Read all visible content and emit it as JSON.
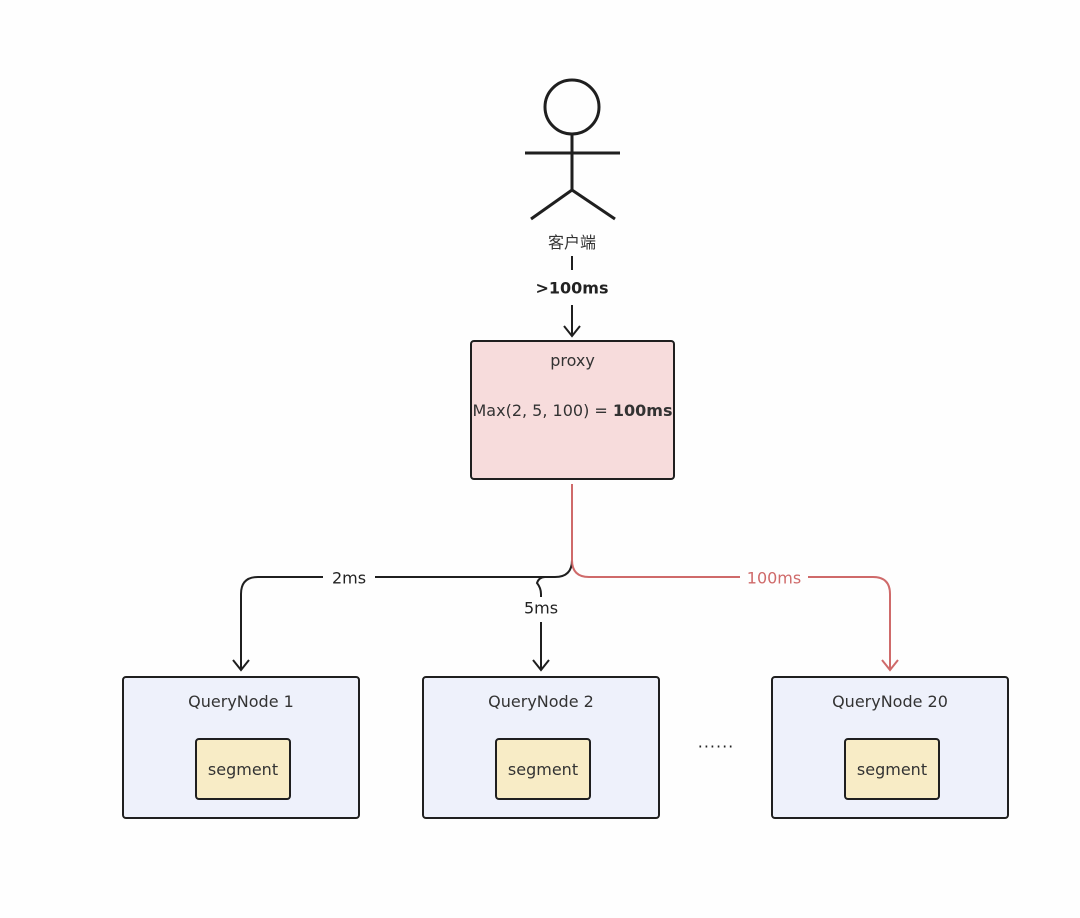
{
  "client": {
    "label": "客户端",
    "latency_label": ">100ms"
  },
  "proxy": {
    "title": "proxy",
    "formula_prefix": "Max(2, 5, 100) = ",
    "formula_result": "100ms"
  },
  "edges": [
    {
      "label": "2ms",
      "color": "#1f1f1f"
    },
    {
      "label": "5ms",
      "color": "#1f1f1f"
    },
    {
      "label": "100ms",
      "color": "#cf6a6a"
    }
  ],
  "query_nodes": [
    {
      "title": "QueryNode 1",
      "segment": "segment"
    },
    {
      "title": "QueryNode 2",
      "segment": "segment"
    },
    {
      "title": "QueryNode 20",
      "segment": "segment"
    }
  ],
  "ellipsis": "......"
}
